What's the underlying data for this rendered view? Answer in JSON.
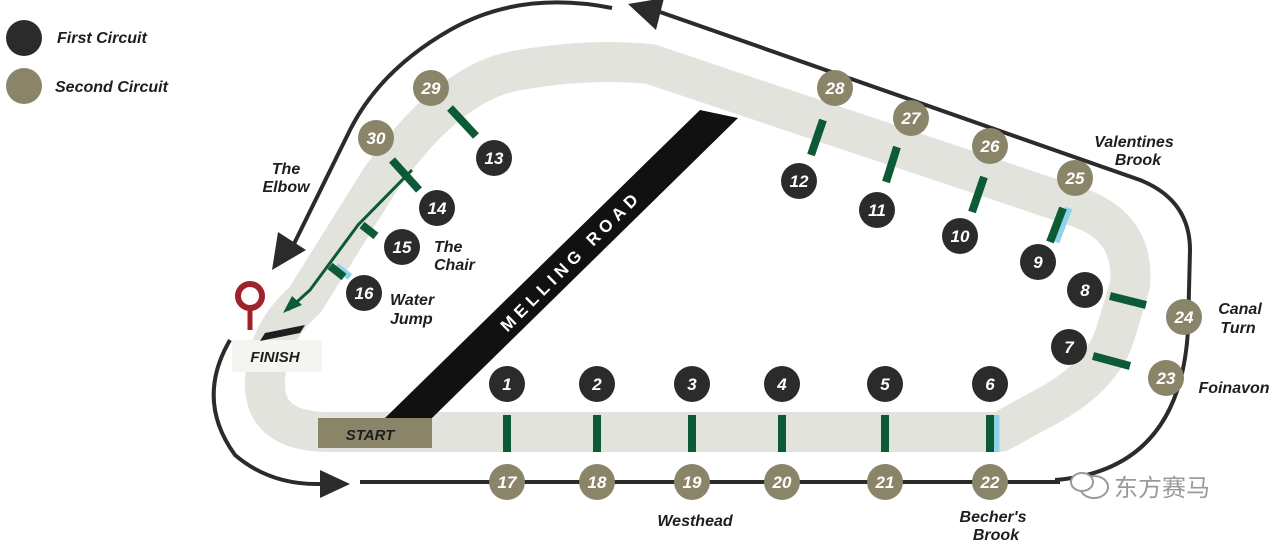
{
  "colors": {
    "first_circuit": "#2b2b2b",
    "second_circuit": "#8a8469",
    "track": "#e3e3de",
    "fence": "#0d5a37",
    "water": "#8fd3ea",
    "start_box": "#8a8469",
    "finish_marker": "#a0222b",
    "arrow": "#2b2b2b"
  },
  "legend": {
    "first": "First Circuit",
    "second": "Second Circuit"
  },
  "road": {
    "label": "MELLING ROAD"
  },
  "start": {
    "label": "START"
  },
  "finish": {
    "label": "FINISH"
  },
  "landmarks": {
    "elbow": [
      "The",
      "Elbow"
    ],
    "chair": [
      "The",
      "Chair"
    ],
    "water_jump": [
      "Water",
      "Jump"
    ],
    "valentines": [
      "Valentines",
      "Brook"
    ],
    "canal_turn": [
      "Canal",
      "Turn"
    ],
    "foinavon": [
      "Foinavon"
    ],
    "westhead": [
      "Westhead"
    ],
    "bechers": [
      "Becher's",
      "Brook"
    ]
  },
  "fences": [
    {
      "first": "1",
      "second": "17"
    },
    {
      "first": "2",
      "second": "18"
    },
    {
      "first": "3",
      "second": "19"
    },
    {
      "first": "4",
      "second": "20"
    },
    {
      "first": "5",
      "second": "21"
    },
    {
      "first": "6",
      "second": "22"
    },
    {
      "first": "7",
      "second": "23"
    },
    {
      "first": "8",
      "second": "24"
    },
    {
      "first": "9",
      "second": "25"
    },
    {
      "first": "10",
      "second": "26"
    },
    {
      "first": "11",
      "second": "27"
    },
    {
      "first": "12",
      "second": "28"
    },
    {
      "first": "13",
      "second": "29"
    },
    {
      "first": "14",
      "second": "30"
    },
    {
      "first": "15"
    },
    {
      "first": "16"
    }
  ],
  "watermark": "东方赛马"
}
